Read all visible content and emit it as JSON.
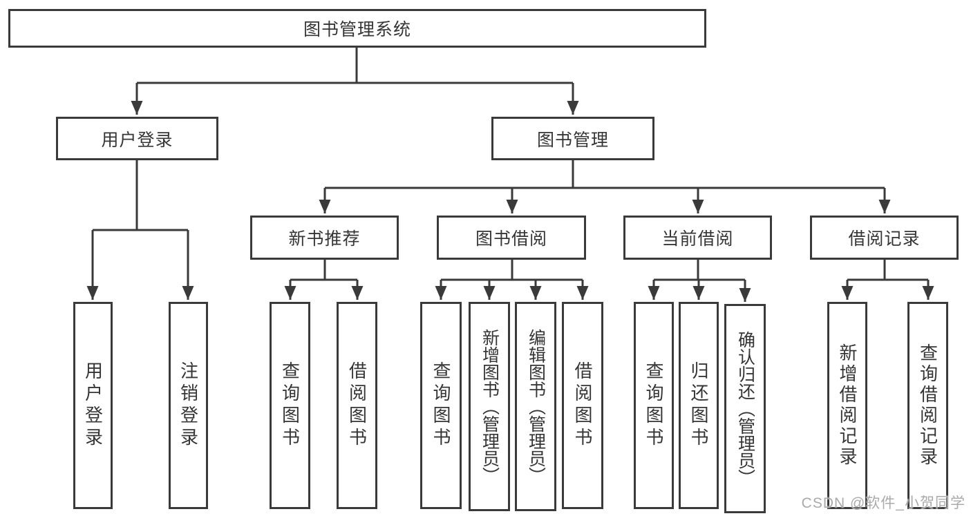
{
  "colors": {
    "background": "#ffffff",
    "line": "#3a3a3a",
    "box_border": "#3a3a3a",
    "box_fill": "#ffffff",
    "text": "#353535",
    "watermark": "#a9aaac"
  },
  "watermark": {
    "text": "CSDN @软件_小贺同学"
  },
  "diagram_type": "hierarchy",
  "tree": {
    "root": {
      "label": "图书管理系统",
      "children": [
        {
          "label": "用户登录",
          "children": [
            {
              "label": "用户登录"
            },
            {
              "label": "注销登录"
            }
          ]
        },
        {
          "label": "图书管理",
          "children": [
            {
              "label": "新书推荐",
              "children": [
                {
                  "label": "查询图书"
                },
                {
                  "label": "借阅图书"
                }
              ]
            },
            {
              "label": "图书借阅",
              "children": [
                {
                  "label": "查询图书"
                },
                {
                  "label": "新增图书（管理员）"
                },
                {
                  "label": "编辑图书（管理员）"
                },
                {
                  "label": "借阅图书"
                }
              ]
            },
            {
              "label": "当前借阅",
              "children": [
                {
                  "label": "查询图书"
                },
                {
                  "label": "归还图书"
                },
                {
                  "label": "确认归还（管理员）"
                }
              ]
            },
            {
              "label": "借阅记录",
              "children": [
                {
                  "label": "新增借阅记录"
                },
                {
                  "label": "查询借阅记录"
                }
              ]
            }
          ]
        }
      ]
    }
  }
}
